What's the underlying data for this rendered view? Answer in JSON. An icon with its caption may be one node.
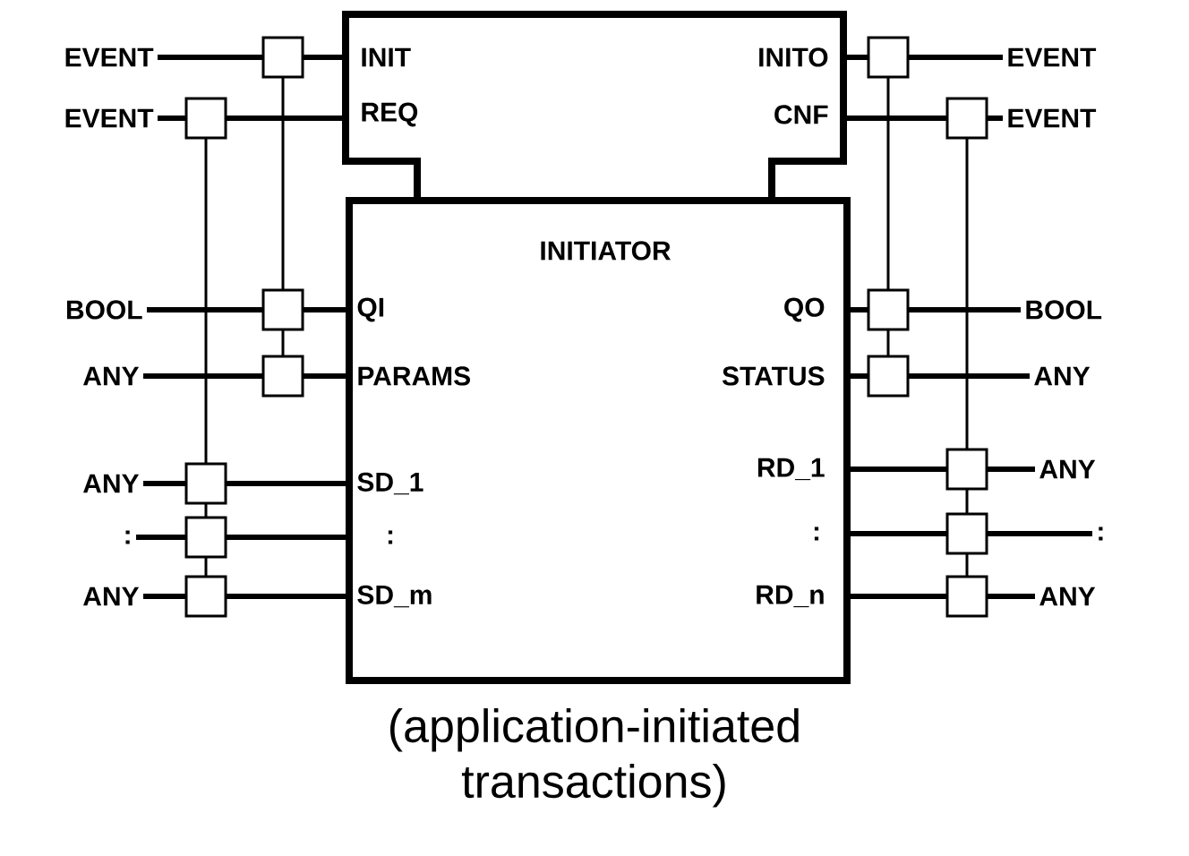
{
  "diagram": {
    "caption": "(application-initiated transactions)",
    "nodes": [
      {
        "text": [
          "INIT",
          "INITO",
          "REQ",
          "CNF"
        ]
      },
      {
        "text": [
          "INITIATOR",
          "QI",
          "QO",
          "PARAMS",
          "STATUS",
          "SD_1",
          "RD_1",
          ":",
          ":",
          "SD_m",
          "RD_n"
        ]
      },
      {
        "text": [
          "EVENT"
        ]
      },
      {
        "text": [
          "EVENT"
        ]
      },
      {
        "text": [
          "BOOL"
        ]
      },
      {
        "text": [
          "ANY"
        ]
      },
      {
        "text": [
          "ANY"
        ]
      },
      {
        "text": [
          ":"
        ]
      },
      {
        "text": [
          "ANY"
        ]
      },
      {
        "text": [
          "EVENT"
        ]
      },
      {
        "text": [
          "EVENT"
        ]
      },
      {
        "text": [
          "BOOL"
        ]
      },
      {
        "text": [
          "ANY"
        ]
      },
      {
        "text": [
          "ANY"
        ]
      },
      {
        "text": [
          ":"
        ]
      },
      {
        "text": [
          "ANY"
        ]
      }
    ],
    "edges": [
      {
        "from": 2,
        "to": 0,
        "arrow": "none"
      },
      {
        "from": 3,
        "to": 0,
        "arrow": "none"
      },
      {
        "from": 4,
        "to": 1,
        "arrow": "none"
      },
      {
        "from": 5,
        "to": 1,
        "arrow": "none"
      },
      {
        "from": 6,
        "to": 1,
        "arrow": "none"
      },
      {
        "from": 7,
        "to": 1,
        "arrow": "none"
      },
      {
        "from": 8,
        "to": 1,
        "arrow": "none"
      },
      {
        "from": 0,
        "to": 9,
        "arrow": "none"
      },
      {
        "from": 0,
        "to": 10,
        "arrow": "none"
      },
      {
        "from": 1,
        "to": 11,
        "arrow": "none"
      },
      {
        "from": 1,
        "to": 12,
        "arrow": "none"
      },
      {
        "from": 1,
        "to": 13,
        "arrow": "none"
      },
      {
        "from": 1,
        "to": 14,
        "arrow": "none"
      },
      {
        "from": 1,
        "to": 15,
        "arrow": "none"
      }
    ]
  }
}
